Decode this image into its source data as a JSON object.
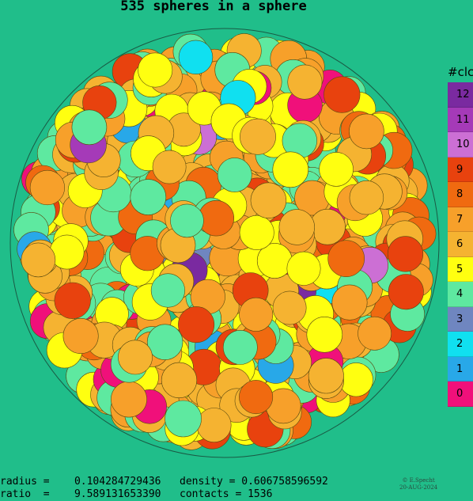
{
  "title": "535 spheres in a sphere",
  "legend": {
    "heading": "#clc",
    "items": [
      {
        "label": "12",
        "color": "#7a2aa0"
      },
      {
        "label": "11",
        "color": "#a53ab8"
      },
      {
        "label": "10",
        "color": "#cc6fd4"
      },
      {
        "label": "9",
        "color": "#e8420e"
      },
      {
        "label": "8",
        "color": "#f06a10"
      },
      {
        "label": "7",
        "color": "#f7a02a"
      },
      {
        "label": "6",
        "color": "#f5b331"
      },
      {
        "label": "5",
        "color": "#ffff10"
      },
      {
        "label": "4",
        "color": "#5ee9a0"
      },
      {
        "label": "3",
        "color": "#6f86c0"
      },
      {
        "label": "2",
        "color": "#10e0f0"
      },
      {
        "label": "1",
        "color": "#28a8e8"
      },
      {
        "label": "0",
        "color": "#f0107a"
      }
    ]
  },
  "stats": {
    "radius_label": "radius =",
    "radius_value": "0.104284729436",
    "density_label": "density =",
    "density_value": "0.606758596592",
    "ratio_label": "ratio  =",
    "ratio_value": "9.589131653390",
    "contacts_label": "contacts =",
    "contacts_value": "1536"
  },
  "credit": {
    "author": "© E.Specht",
    "date": "20-AUG-2024"
  },
  "colors": {
    "background": "#20be8a",
    "container_outline": "#1a5a44",
    "sphere_outline": "#5a4a10"
  }
}
